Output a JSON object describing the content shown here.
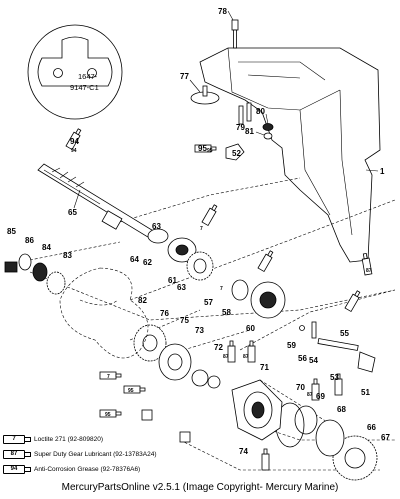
{
  "inset": {
    "part_number_line1": "1647-",
    "part_number_line2": "9147-C1"
  },
  "callouts": [
    "78",
    "77",
    "79",
    "80",
    "81",
    "94",
    "95",
    "52",
    "1",
    "65",
    "63",
    "64",
    "62",
    "61",
    "63",
    "57",
    "58",
    "60",
    "59",
    "85",
    "86",
    "84",
    "83",
    "82",
    "76",
    "75",
    "73",
    "72",
    "71",
    "56",
    "54",
    "55",
    "53",
    "51",
    "70",
    "69",
    "68",
    "67",
    "66",
    "74",
    "87",
    "95",
    "7",
    "94",
    "95",
    "95",
    "7",
    "87",
    "87",
    "87",
    "87",
    "7"
  ],
  "legend": [
    {
      "code": "7",
      "text": "Loctite 271 (92-809820)"
    },
    {
      "code": "87",
      "text": "Super Duty Gear Lubricant (92-13783A24)"
    },
    {
      "code": "94",
      "text": "Anti-Corrosion Grease (92-78376A6)"
    }
  ],
  "footer": "MercuryPartsOnline v2.5.1 (Image Copyright- Mercury Marine)"
}
